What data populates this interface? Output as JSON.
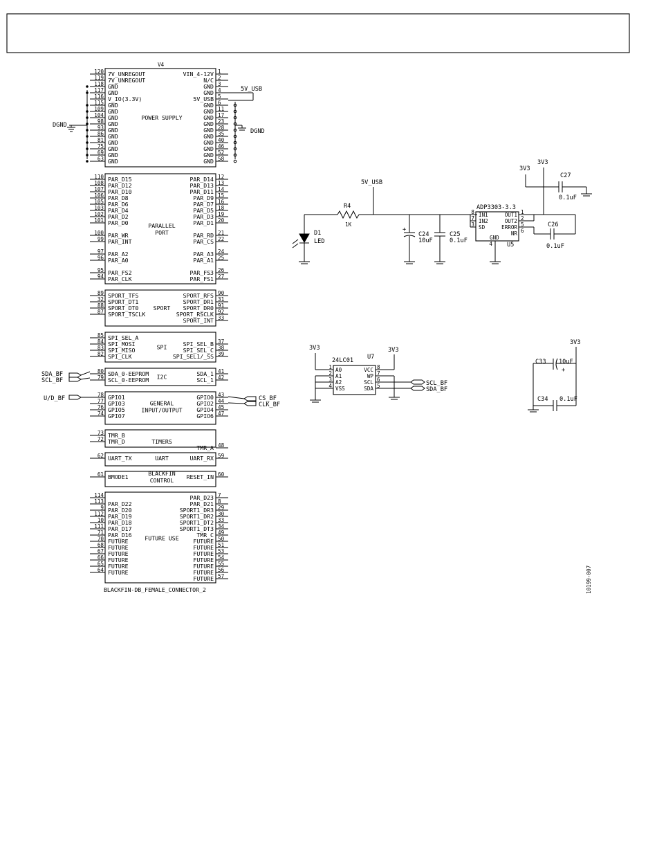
{
  "title_box": "",
  "figure_id": "10199-007",
  "connector": {
    "refdes": "V4",
    "part": "BLACKFIN-DB_FEMALE_CONNECTOR_2",
    "sections": [
      {
        "name": [
          "POWER SUPPLY"
        ],
        "left": [
          [
            "120",
            "7V_UNREGOUT"
          ],
          [
            "119",
            "7V_UNREGOUT"
          ],
          [
            "118",
            "GND"
          ],
          [
            "117",
            "GND"
          ],
          [
            "116",
            "V_IO(3.3V)"
          ],
          [
            "115",
            "GND"
          ],
          [
            "109",
            "GND"
          ],
          [
            "104",
            "GND"
          ],
          [
            "98",
            "GND"
          ],
          [
            "93",
            "GND"
          ],
          [
            "86",
            "GND"
          ],
          [
            "81",
            "GND"
          ],
          [
            "75",
            "GND"
          ],
          [
            "69",
            "GND"
          ],
          [
            "63",
            "GND"
          ]
        ],
        "right": [
          [
            "1",
            "VIN_4-12V"
          ],
          [
            "2",
            "N/C"
          ],
          [
            "3",
            "GND"
          ],
          [
            "4",
            "GND"
          ],
          [
            "5",
            "5V_USB"
          ],
          [
            "6",
            "GND"
          ],
          [
            "11",
            "GND"
          ],
          [
            "17",
            "GND"
          ],
          [
            "23",
            "GND"
          ],
          [
            "28",
            "GND"
          ],
          [
            "35",
            "GND"
          ],
          [
            "40",
            "GND"
          ],
          [
            "46",
            "GND"
          ],
          [
            "52",
            "GND"
          ],
          [
            "58",
            "GND"
          ]
        ]
      },
      {
        "name": [
          "PARALLEL",
          "PORT"
        ],
        "left": [
          [
            "110",
            "PAR_D15"
          ],
          [
            "108",
            "PAR_D12"
          ],
          [
            "107",
            "PAR_D10"
          ],
          [
            "106",
            "PAR_D8"
          ],
          [
            "105",
            "PAR_D6"
          ],
          [
            "103",
            "PAR_D4"
          ],
          [
            "102",
            "PAR_D2"
          ],
          [
            "101",
            "PAR_D0"
          ],
          [
            "",
            ""
          ],
          [
            "100",
            "PAR_WR"
          ],
          [
            "99",
            "PAR_INT"
          ],
          [
            "",
            ""
          ],
          [
            "97",
            "PAR_A2"
          ],
          [
            "96",
            "PAR_A0"
          ],
          [
            "",
            ""
          ],
          [
            "95",
            "PAR_FS2"
          ],
          [
            "94",
            "PAR_CLK"
          ]
        ],
        "right": [
          [
            "12",
            "PAR_D14"
          ],
          [
            "13",
            "PAR_D13"
          ],
          [
            "14",
            "PAR_D11"
          ],
          [
            "15",
            "PAR_D9"
          ],
          [
            "16",
            "PAR_D7"
          ],
          [
            "18",
            "PAR_D5"
          ],
          [
            "19",
            "PAR_D3"
          ],
          [
            "20",
            "PAR_D1"
          ],
          [
            "",
            ""
          ],
          [
            "21",
            "PAR_RD"
          ],
          [
            "22",
            "PAR_CS"
          ],
          [
            "",
            ""
          ],
          [
            "24",
            "PAR_A3"
          ],
          [
            "25",
            "PAR_A1"
          ],
          [
            "",
            ""
          ],
          [
            "26",
            "PAR_FS3"
          ],
          [
            "27",
            "PAR_FS1"
          ]
        ]
      },
      {
        "name": [
          "SPORT"
        ],
        "left": [
          [
            "89",
            "SPORT_TFS"
          ],
          [
            "32",
            "SPORT_DT1"
          ],
          [
            "88",
            "SPORT_DT0"
          ],
          [
            "87",
            "SPORT_TSCLK"
          ],
          [
            "",
            ""
          ]
        ],
        "right": [
          [
            "90",
            "SPORT_RFS"
          ],
          [
            "31",
            "SPORT_DR1"
          ],
          [
            "91",
            "SPORT_DR0"
          ],
          [
            "92",
            "SPORT_RSCLK"
          ],
          [
            "33",
            "SPORT_INT"
          ]
        ]
      },
      {
        "name": [
          "SPI"
        ],
        "left": [
          [
            "85",
            "SPI_SEL_A"
          ],
          [
            "84",
            "SPI_MOSI"
          ],
          [
            "83",
            "SPI_MISO"
          ],
          [
            "82",
            "SPI_CLK"
          ]
        ],
        "right": [
          [
            "",
            ""
          ],
          [
            "37",
            "SPI_SEL_B"
          ],
          [
            "38",
            "SPI_SEL_C"
          ],
          [
            "39",
            "SPI_SEL1/_SS"
          ]
        ]
      },
      {
        "name": [
          "I2C"
        ],
        "left": [
          [
            "80",
            "SDA_0-EEPROM"
          ],
          [
            "79",
            "SCL_0-EEPROM"
          ]
        ],
        "right": [
          [
            "41",
            "SDA_1"
          ],
          [
            "42",
            "SCL_1"
          ]
        ]
      },
      {
        "name": [
          "GENERAL",
          "INPUT/OUTPUT"
        ],
        "left": [
          [
            "78",
            "GPIO1"
          ],
          [
            "77",
            "GPIO3"
          ],
          [
            "76",
            "GPIO5"
          ],
          [
            "74",
            "GPIO7"
          ]
        ],
        "right": [
          [
            "43",
            "GPIO0"
          ],
          [
            "44",
            "GPIO2"
          ],
          [
            "45",
            "GPIO4"
          ],
          [
            "47",
            "GPIO6"
          ]
        ]
      },
      {
        "name": [
          "TIMERS"
        ],
        "left": [
          [
            "73",
            "TMR_B"
          ],
          [
            "72",
            "TMR_D"
          ],
          [
            "",
            ""
          ]
        ],
        "right": [
          [
            "",
            ""
          ],
          [
            "",
            ""
          ],
          [
            "48",
            "TMR_A"
          ]
        ]
      },
      {
        "name": [
          "UART"
        ],
        "left": [
          [
            "62",
            "UART_TX"
          ]
        ],
        "right": [
          [
            "59",
            "UART_RX"
          ]
        ]
      },
      {
        "name": [
          "BLACKFIN",
          "CONTROL"
        ],
        "left": [
          [
            "61",
            "BMODE1"
          ]
        ],
        "right": [
          [
            "60",
            "RESET_IN"
          ]
        ]
      },
      {
        "name": [
          "FUTURE USE"
        ],
        "left": [
          [
            "114",
            ""
          ],
          [
            "113",
            "PAR_D22"
          ],
          [
            "9",
            "PAR_D20"
          ],
          [
            "112",
            "PAR_D19"
          ],
          [
            "10",
            "PAR_D18"
          ],
          [
            "111",
            "PAR_D17"
          ],
          [
            "71",
            "PAR_D16"
          ],
          [
            "70",
            "FUTURE"
          ],
          [
            "68",
            "FUTURE"
          ],
          [
            "67",
            "FUTURE"
          ],
          [
            "66",
            "FUTURE"
          ],
          [
            "65",
            "FUTURE"
          ],
          [
            "64",
            "FUTURE"
          ]
        ],
        "right": [
          [
            "7",
            "PAR_D23"
          ],
          [
            "8",
            "PAR_D21"
          ],
          [
            "29",
            "SPORT1_DR3"
          ],
          [
            "30",
            "SPORT1_DR2"
          ],
          [
            "33",
            "SPORT1_DT2"
          ],
          [
            "34",
            "SPORT1_DT3"
          ],
          [
            "49",
            "TMR_C"
          ],
          [
            "50",
            "FUTURE"
          ],
          [
            "51",
            "FUTURE"
          ],
          [
            "53",
            "FUTURE"
          ],
          [
            "54",
            "FUTURE"
          ],
          [
            "55",
            "FUTURE"
          ],
          [
            "56",
            "FUTURE"
          ],
          [
            "57",
            "FUTURE"
          ]
        ]
      }
    ]
  },
  "nets": {
    "dgnd_left": "DGND",
    "dgnd_right": "DGND",
    "usb_5v": "5V_USB",
    "sda_bf": "SDA_BF",
    "scl_bf": "SCL_BF",
    "ud_bf": "U/D_BF",
    "cs_bf": "CS_BF",
    "clk_bf": "CLK_BF"
  },
  "regulator": {
    "net_5v": "5V_USB",
    "r4_ref": "R4",
    "r4_val": "1K",
    "d1_ref": "D1",
    "d1_type": "LED",
    "c24_ref": "C24",
    "c24_val": "10uF",
    "c25_ref": "C25",
    "c25_val": "0.1uF",
    "u5_part": "ADP3303-3.3",
    "u5_ref": "U5",
    "pins_left": [
      [
        "8",
        "IN1"
      ],
      [
        "7",
        "IN2"
      ],
      [
        "3",
        "SD"
      ]
    ],
    "pins_right": [
      [
        "1",
        "OUT1"
      ],
      [
        "2",
        "OUT2"
      ],
      [
        "5",
        "ERROR"
      ],
      [
        "6",
        "NR"
      ]
    ],
    "gnd_pin": [
      "4",
      "GND"
    ],
    "c26_ref": "C26",
    "c26_val": "0.1uF",
    "c27_ref": "C27",
    "c27_val": "0.1uF",
    "net_3v3_a": "3V3",
    "net_3v3_b": "3V3"
  },
  "eeprom": {
    "part": "24LC01",
    "ref": "U7",
    "net_3v3_a": "3V3",
    "net_3v3_b": "3V3",
    "pins_left": [
      [
        "1",
        "A0"
      ],
      [
        "2",
        "A1"
      ],
      [
        "3",
        "A2"
      ],
      [
        "4",
        "VSS"
      ]
    ],
    "pins_right": [
      [
        "8",
        "VCC"
      ],
      [
        "7",
        "WP"
      ],
      [
        "6",
        "SCL"
      ],
      [
        "5",
        "SDA"
      ]
    ],
    "scl_bf": "SCL_BF",
    "sda_bf": "SDA_BF"
  },
  "decoupling": {
    "net_3v3": "3V3",
    "c33_ref": "C33",
    "c33_val": "10uF",
    "c34_ref": "C34",
    "c34_val": "0.1uF"
  }
}
